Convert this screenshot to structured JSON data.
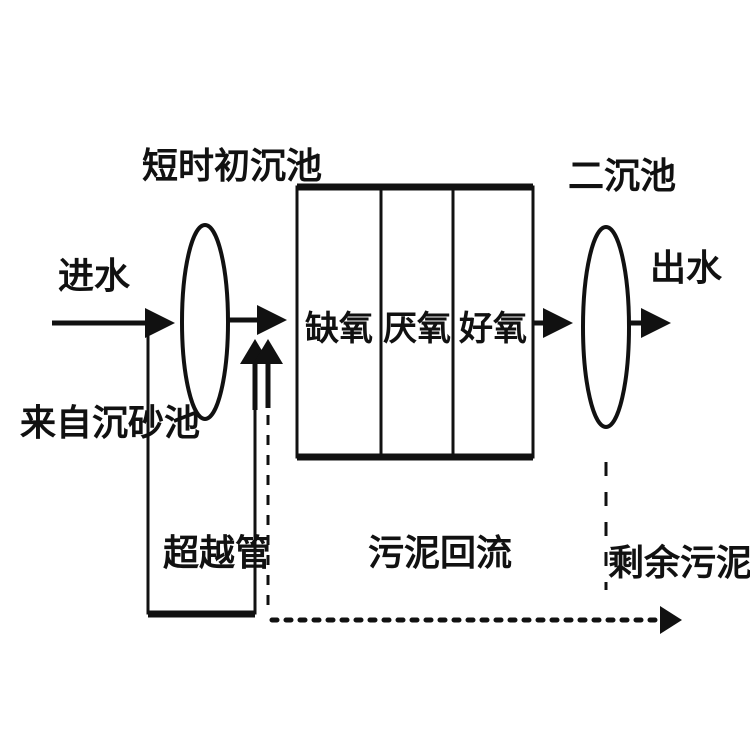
{
  "labels": {
    "inlet": "进水",
    "from_grit": "来自沉砂池",
    "primary_clarifier": "短时初沉池",
    "secondary_clarifier": "二沉池",
    "outlet": "出水",
    "bypass": "超越管",
    "sludge_return": "污泥回流",
    "excess_sludge": "剩余污泥"
  },
  "zones": [
    "缺氧",
    "厌氧",
    "好氧"
  ],
  "colors": {
    "line": "#111111",
    "background": "#ffffff"
  }
}
